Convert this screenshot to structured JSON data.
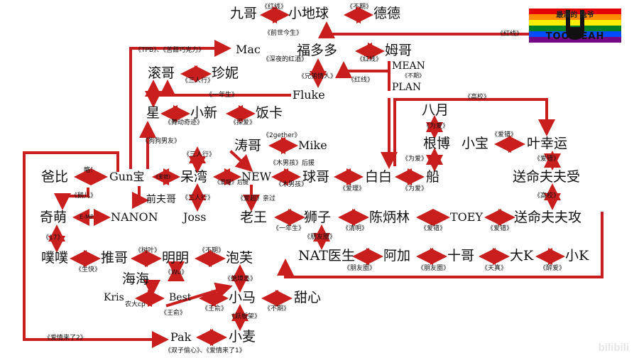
{
  "logo": {
    "top_text": "最浪的 兔爷",
    "bottom_text": "TOO YEAH",
    "stripe_colors": [
      "#e40303",
      "#ff8c00",
      "#ffed00",
      "#008026",
      "#004dff",
      "#750787"
    ]
  },
  "watermark": "bilibili",
  "nodes": {
    "jiuge": "九哥",
    "xiaodiqiu": "小地球",
    "dede": "德德",
    "mac": "Mac",
    "fuduoduo": "福多多",
    "muge": "姆哥",
    "gunge": "滚哥",
    "zhenni": "珍妮",
    "mean": "MEAN",
    "plan": "PLAN",
    "fluke": "Fluke",
    "xing": "星",
    "xiaoxin": "小新",
    "fanka": "饭卡",
    "bayue": "八月",
    "taoge": "涛哥",
    "mike": "Mike",
    "genbo": "根博",
    "xiaobao": "小宝",
    "yexingyun": "叶幸运",
    "babi": "爸比",
    "gunbao": "Gun宝",
    "daiwan": "呆湾",
    "new": "NEW",
    "qiuge": "球哥",
    "baibai": "白白",
    "chuan": "船",
    "songming_shou": "送命夫夫受",
    "qianfuge": "前夫哥",
    "qimeng": "奇萌",
    "nanon": "NANON",
    "joss": "Joss",
    "laowang": "老王",
    "shizi": "狮子",
    "chenbinglin": "陈炳林",
    "toey": "TOEY",
    "songming_gong": "送命夫夫攻",
    "pupu": "噗噗",
    "tuige": "推哥",
    "mingming": "明明",
    "paofu": "泡芙",
    "natyisheng": "NAT医生",
    "ajia": "阿加",
    "shige": "十哥",
    "dak": "大K",
    "xiaok": "小K",
    "haihai": "海海",
    "kris": "Kris",
    "best": "Best",
    "xiaoma": "小马",
    "tianxin": "甜心",
    "pak": "Pak",
    "xiaomai": "小麦"
  },
  "edges": [
    "《红线》",
    "《不期》",
    "《前世今生》",
    "《红线》",
    "《TPB》、《苦甜巧克力》",
    "《深夜的红酒》",
    "《红线》",
    "《不期》",
    "《兄弟情人》",
    "《红线》",
    "《三人行》",
    "《一年生》",
    "《高校》",
    "《舞动奇迹》",
    "《探爱》",
    "《为爱》",
    "《爱错》",
    "《狗狗男友》",
    "《2gether》",
    "《三人行》",
    "《木男孩》后援",
    "《为爱》",
    "《爱错》",
    "略！",
    "《爱错》",
    "《爱错》后援",
    "《木男孩》",
    "《爱理》",
    "《为爱》",
    "《高校》",
    "《鹅儿》",
    "《三人行》",
    "《爱超》亲过",
    "《17》",
    "《一年生》",
    "《朋友圈》",
    "《清明》",
    "《爱错》",
    "《爱错》",
    "《树叶》",
    "《不期》",
    "《生快》",
    "《朋友圈》",
    "《朋友圈》",
    "《天真》",
    "《醉爱》",
    "《Wu》",
    "《绝境岛》",
    "农大cp",
    "《王俞》",
    "《王俞》",
    "《不期》",
    "《跃板架》",
    "《爱情来了2》",
    "《双子偷心》、《爱情来了1》",
    "E-MP"
  ]
}
